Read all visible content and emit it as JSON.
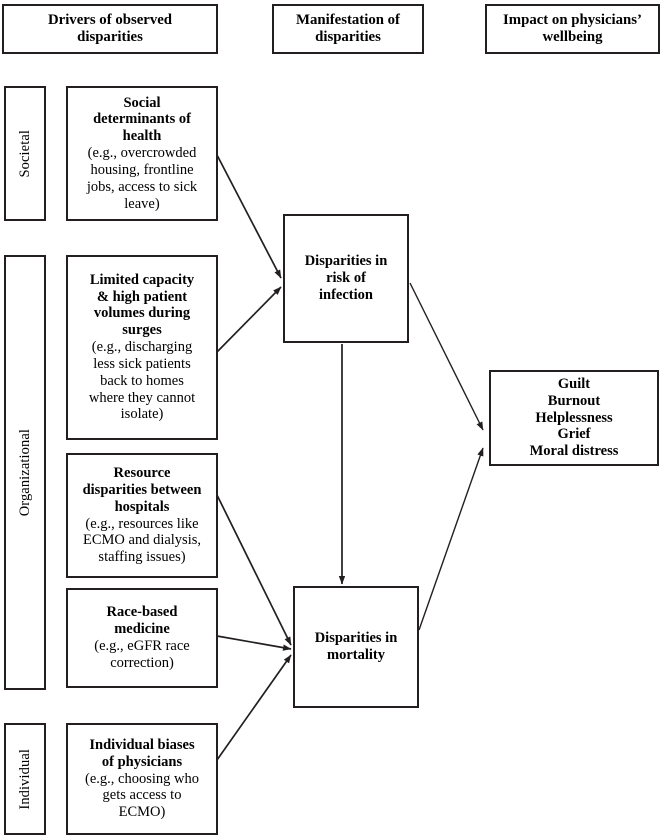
{
  "figure": {
    "type": "flow-diagram",
    "background": "#ffffff",
    "line_color": "#231f20"
  },
  "headers": [
    {
      "id": "drivers",
      "lines": [
        "Drivers of observed",
        "disparities"
      ]
    },
    {
      "id": "manifestation",
      "lines": [
        "Manifestation of",
        "disparities"
      ]
    },
    {
      "id": "impact",
      "lines": [
        "Impact on physicians’",
        "wellbeing"
      ]
    }
  ],
  "levels": [
    {
      "id": "societal",
      "label": "Societal"
    },
    {
      "id": "organizational",
      "label": "Organizational"
    },
    {
      "id": "individual",
      "label": "Individual"
    }
  ],
  "drivers": [
    {
      "id": "social-determinants",
      "heading": [
        "Social",
        "determinants of",
        "health"
      ],
      "example": [
        "(e.g., overcrowded",
        "housing, frontline",
        "jobs, access to sick",
        "leave)"
      ]
    },
    {
      "id": "limited-capacity",
      "heading": [
        "Limited capacity",
        "& high patient",
        "volumes during",
        "surges"
      ],
      "example": [
        "(e.g., discharging",
        "less sick patients",
        "back to homes",
        "where they cannot",
        "isolate)"
      ]
    },
    {
      "id": "resource-disparities",
      "heading": [
        "Resource",
        "disparities between",
        "hospitals"
      ],
      "example": [
        "(e.g., resources like",
        "ECMO and dialysis,",
        "staffing issues)"
      ]
    },
    {
      "id": "race-based-medicine",
      "heading": [
        "Race-based",
        "medicine"
      ],
      "example": [
        "(e.g., eGFR race",
        "correction)"
      ]
    },
    {
      "id": "individual-biases",
      "heading": [
        "Individual biases",
        "of physicians"
      ],
      "example": [
        "(e.g., choosing who",
        "gets access to",
        "ECMO)"
      ]
    }
  ],
  "manifestations": [
    {
      "id": "risk-of-infection",
      "lines": [
        "Disparities in",
        "risk of",
        "infection"
      ]
    },
    {
      "id": "mortality",
      "lines": [
        "Disparities in",
        "mortality"
      ]
    }
  ],
  "impact": {
    "id": "physician-wellbeing",
    "lines": [
      "Guilt",
      "Burnout",
      "Helplessness",
      "Grief",
      "Moral distress"
    ]
  },
  "edges": [
    {
      "from": "social-determinants",
      "to": "risk-of-infection"
    },
    {
      "from": "limited-capacity",
      "to": "risk-of-infection"
    },
    {
      "from": "risk-of-infection",
      "to": "mortality"
    },
    {
      "from": "resource-disparities",
      "to": "mortality"
    },
    {
      "from": "race-based-medicine",
      "to": "mortality"
    },
    {
      "from": "individual-biases",
      "to": "mortality"
    },
    {
      "from": "risk-of-infection",
      "to": "physician-wellbeing"
    },
    {
      "from": "mortality",
      "to": "physician-wellbeing"
    }
  ]
}
